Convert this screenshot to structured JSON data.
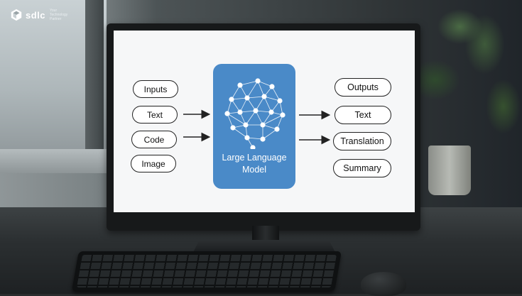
{
  "brand": {
    "name": "sdlc",
    "tagline_line1": "Your",
    "tagline_line2": "Technology",
    "tagline_line3": "Partner",
    "logo_icon": "hexagon-cube-icon"
  },
  "diagram": {
    "inputs": [
      "Inputs",
      "Text",
      "Code",
      "Image"
    ],
    "model": {
      "line1": "Large Language",
      "line2": "Model",
      "icon": "neural-network-icon"
    },
    "outputs": [
      "Outputs",
      "Text",
      "Translation",
      "Summary"
    ],
    "accent_color": "#4a8ac8"
  }
}
